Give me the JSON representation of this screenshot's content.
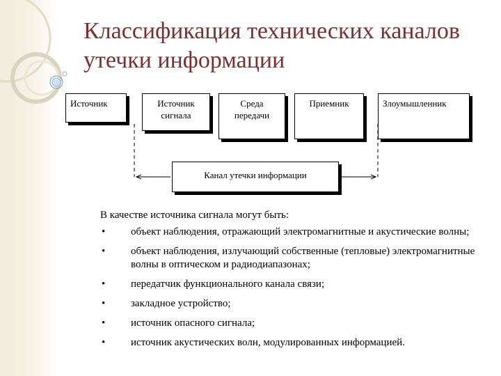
{
  "title": {
    "line1": "Классификация технических каналов",
    "line2": "утечки информации"
  },
  "diagram": {
    "boxes": {
      "source": "Источник",
      "signal_source": [
        "Источник",
        "сигнала"
      ],
      "medium": [
        "Среда",
        "передачи"
      ],
      "receiver": "Приемник",
      "attacker": "Злоумышленник",
      "leak_channel": "Канал утечки информации"
    }
  },
  "content": {
    "intro": "В качестве источника сигнала могут быть:",
    "bullet_glyph": "•",
    "items": [
      "объект наблюдения, отражающий электромагнитные и акустические волны;",
      "объект наблюдения, излучающий собственные (тепловые) электромагнитные волны в оптическом и радиодиапазонах;",
      "передатчик функционального канала связи;",
      "закладное устройство;",
      "источник опасного сигнала;",
      "источник акустических волн, модулированных информацией."
    ]
  },
  "colors": {
    "title": "#7a3030",
    "sidebar": "#f1ecdc",
    "accent_dot": "#7fb1d6"
  }
}
